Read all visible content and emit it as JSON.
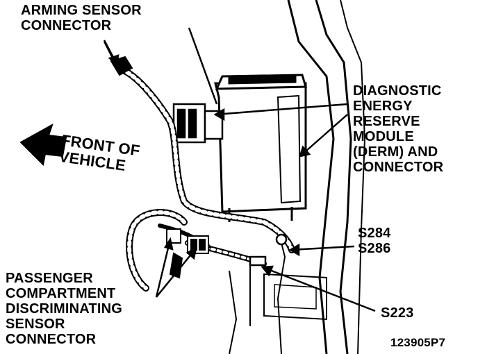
{
  "labels": {
    "arming_sensor": [
      "ARMING SENSOR",
      "CONNECTOR"
    ],
    "derm": [
      "DIAGNOSTIC",
      "ENERGY",
      "RESERVE",
      "MODULE",
      "(DERM) AND",
      "CONNECTOR"
    ],
    "front_of_vehicle": [
      "FRONT OF",
      "VEHICLE"
    ],
    "splices_upper": [
      "S284",
      "S286"
    ],
    "splice_lower": "S223",
    "passenger_sensor": [
      "PASSENGER",
      "COMPARTMENT",
      "DISCRIMINATING",
      "SENSOR",
      "CONNECTOR"
    ],
    "figure_id": "123905P7"
  },
  "colors": {
    "ink": "#000000",
    "paper": "#ffffff"
  }
}
